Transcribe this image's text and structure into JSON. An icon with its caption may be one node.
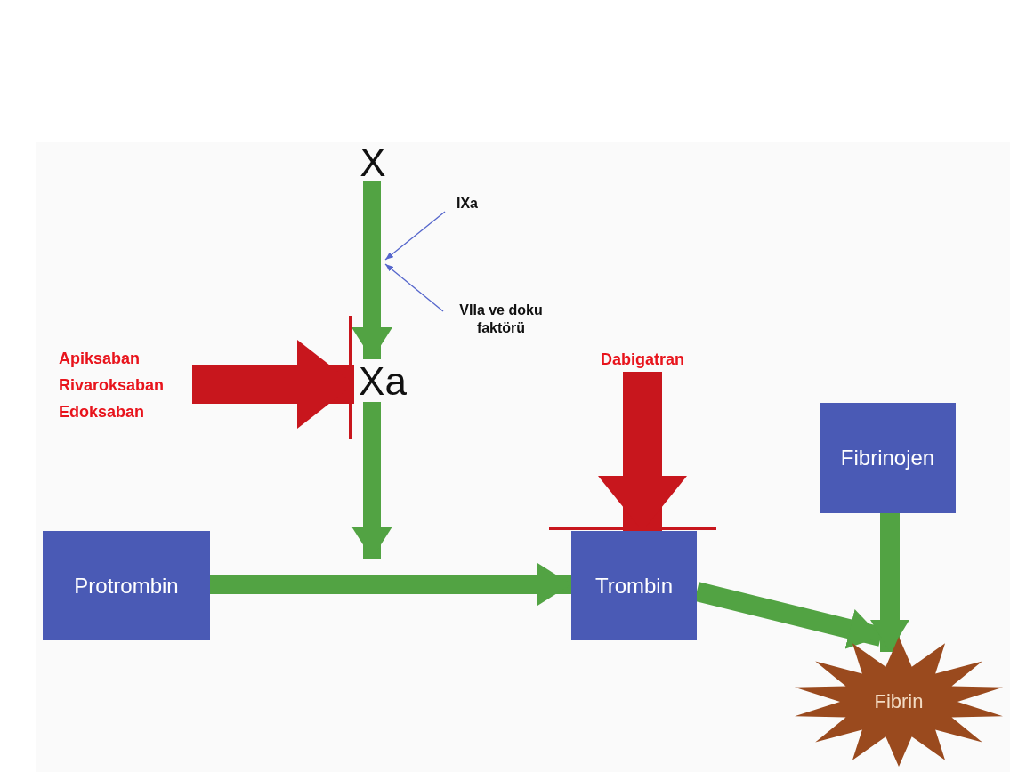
{
  "diagram": {
    "nodes": [
      {
        "text": [
          "X"
        ]
      },
      {
        "text": [
          "IXa"
        ]
      },
      {
        "text": [
          "VIIa ve doku faktörü"
        ]
      },
      {
        "text": [
          "Apiksaban Rivaroksaban Edoksaban"
        ]
      },
      {
        "text": [
          "Xa"
        ]
      },
      {
        "text": [
          "Dabigatran"
        ]
      },
      {
        "text": [
          "Protrombin"
        ]
      },
      {
        "text": [
          "Trombin"
        ]
      },
      {
        "text": [
          "Fibrinojen"
        ]
      },
      {
        "text": [
          "Fibrin"
        ]
      }
    ],
    "edges": [
      {
        "from": 0,
        "to": 4,
        "arrow": "to"
      },
      {
        "from": 1,
        "to": null,
        "arrow": "to",
        "color": "#5566cc"
      },
      {
        "from": 2,
        "to": null,
        "arrow": "to",
        "color": "#5566cc"
      },
      {
        "from": 3,
        "to": 4,
        "arrow": "to",
        "style": "thick",
        "color": "#c8161d"
      },
      {
        "from": 4,
        "to": null,
        "arrow": "to"
      },
      {
        "from": 6,
        "to": 7,
        "arrow": "to"
      },
      {
        "from": 5,
        "to": 7,
        "arrow": "to",
        "style": "thick",
        "color": "#c8161d"
      },
      {
        "from": 7,
        "to": 9,
        "arrow": "to"
      },
      {
        "from": 8,
        "to": 9,
        "arrow": "to"
      }
    ]
  }
}
